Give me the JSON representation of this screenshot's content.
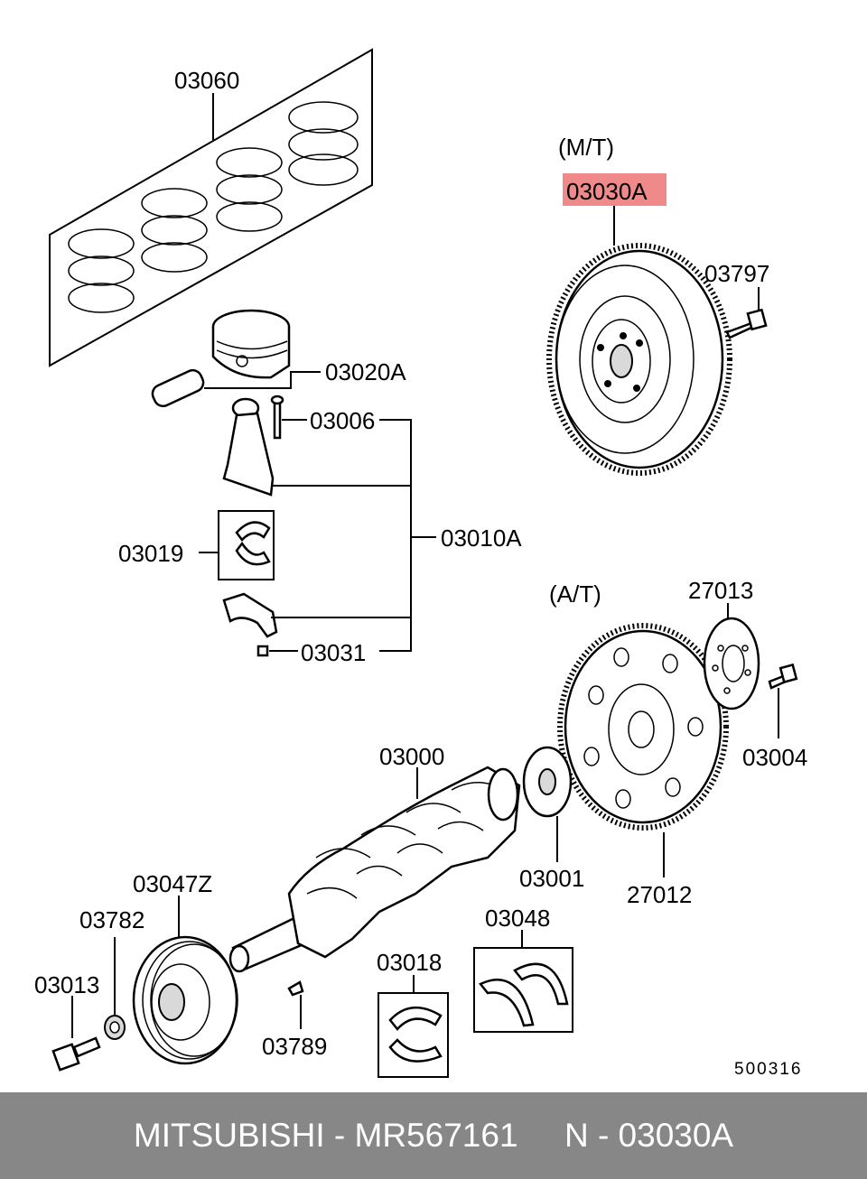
{
  "diagram": {
    "header_mt": "(M/T)",
    "header_at": "(A/T)",
    "highlight_color": "#f08a8a",
    "labels": {
      "p03060": "03060",
      "p03030A": "03030A",
      "p03797": "03797",
      "p03020A": "03020A",
      "p03006": "03006",
      "p03010A": "03010A",
      "p03019": "03019",
      "p03031": "03031",
      "p27013": "27013",
      "p03004": "03004",
      "p03000": "03000",
      "p03001": "03001",
      "p27012": "27012",
      "p03047Z": "03047Z",
      "p03782": "03782",
      "p03013": "03013",
      "p03048": "03048",
      "p03018": "03018",
      "p03789": "03789",
      "drawing_no": "500316"
    }
  },
  "footer": {
    "brand": "MITSUBISHI",
    "part_number": "MR567161",
    "ref": "N - 03030A"
  }
}
